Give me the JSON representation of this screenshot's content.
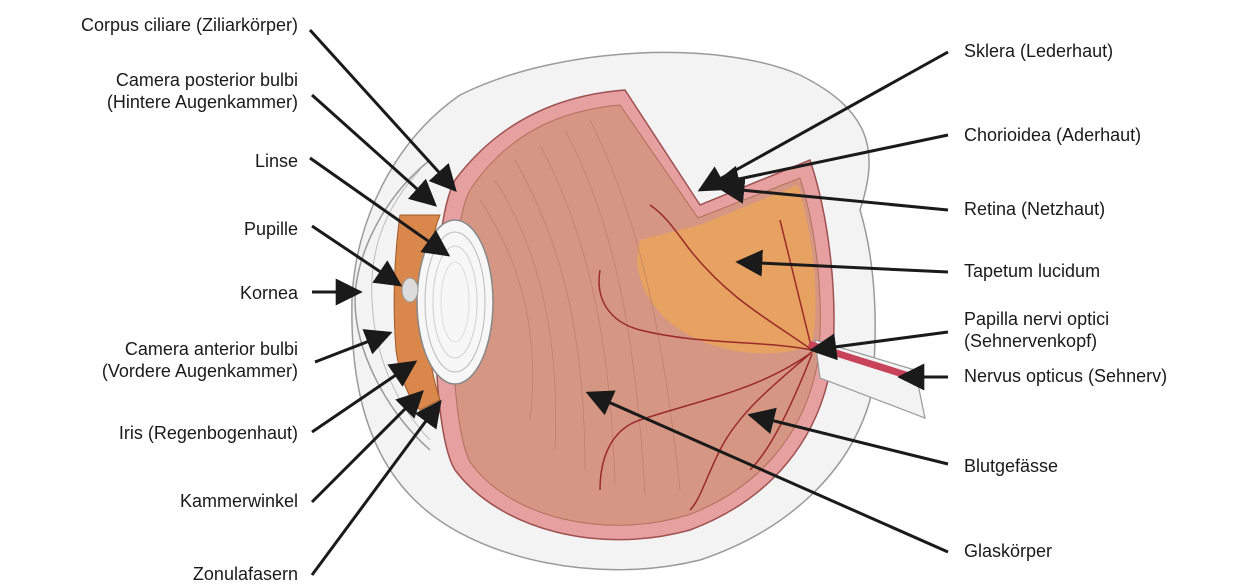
{
  "diagram": {
    "left_labels": [
      {
        "id": "corpus-ciliare",
        "lines": [
          "Corpus ciliare (Ziliarkörper)"
        ]
      },
      {
        "id": "camera-posterior",
        "lines": [
          "Camera posterior bulbi",
          "(Hintere Augenkammer)"
        ]
      },
      {
        "id": "linse",
        "lines": [
          "Linse"
        ]
      },
      {
        "id": "pupille",
        "lines": [
          "Pupille"
        ]
      },
      {
        "id": "kornea",
        "lines": [
          "Kornea"
        ]
      },
      {
        "id": "camera-anterior",
        "lines": [
          "Camera anterior bulbi",
          "(Vordere Augenkammer)"
        ]
      },
      {
        "id": "iris",
        "lines": [
          "Iris (Regenbogenhaut)"
        ]
      },
      {
        "id": "kammerwinkel",
        "lines": [
          "Kammerwinkel"
        ]
      },
      {
        "id": "zonulafasern",
        "lines": [
          "Zonulafasern"
        ]
      }
    ],
    "right_labels": [
      {
        "id": "sklera",
        "lines": [
          "Sklera (Lederhaut)"
        ]
      },
      {
        "id": "chorioidea",
        "lines": [
          "Chorioidea (Aderhaut)"
        ]
      },
      {
        "id": "retina",
        "lines": [
          "Retina (Netzhaut)"
        ]
      },
      {
        "id": "tapetum",
        "lines": [
          "Tapetum lucidum"
        ]
      },
      {
        "id": "papilla",
        "lines": [
          "Papilla nervi optici",
          "(Sehnervenkopf)"
        ]
      },
      {
        "id": "nervus",
        "lines": [
          "Nervus opticus (Sehnerv)"
        ]
      },
      {
        "id": "blutgefaesse",
        "lines": [
          "Blutgefässe"
        ]
      },
      {
        "id": "glaskoerper",
        "lines": [
          "Glaskörper"
        ]
      }
    ],
    "colors": {
      "sclera": "#f4f4f4",
      "sclera_stroke": "#9a9a9a",
      "choroid": "#e8a8a8",
      "vitreous": "#d79a86",
      "tapetum": "#e9a564",
      "vessel": "#9c2a2a",
      "lens": "#f7f7f7",
      "iris": "#d9874a",
      "arrow": "#1a1a1a"
    }
  }
}
